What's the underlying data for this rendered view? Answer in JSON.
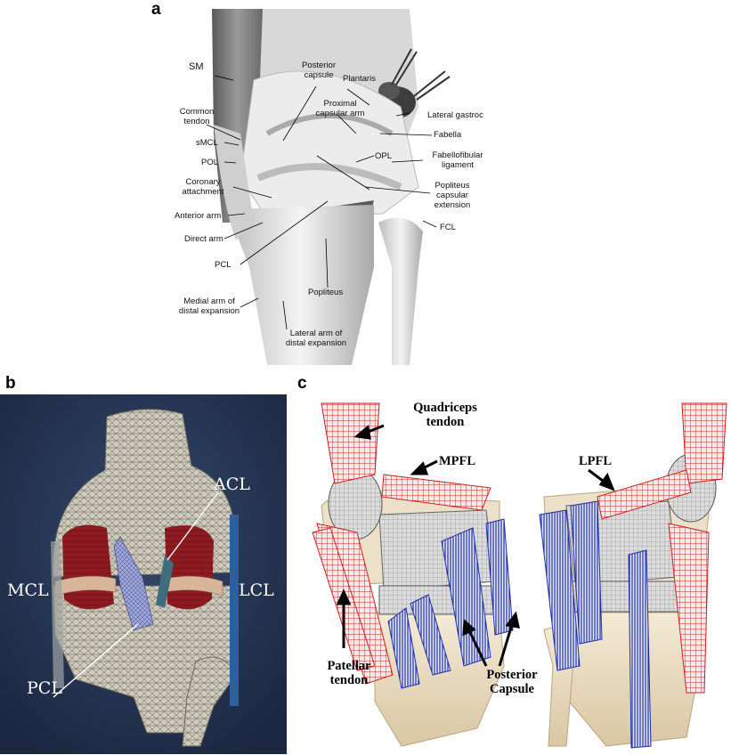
{
  "panels": {
    "a": {
      "letter": "a",
      "labels": {
        "sm": "SM",
        "posterior_capsule_1": "Posterior",
        "posterior_capsule_2": "capsule",
        "plantaris": "Plantaris",
        "common_tendon_1": "Common",
        "common_tendon_2": "tendon",
        "proximal_arm_1": "Proximal",
        "proximal_arm_2": "capsular arm",
        "lateral_gastroc": "Lateral gastroc",
        "smcl": "sMCL",
        "fabella": "Fabella",
        "pol": "POL",
        "opl": "OPL",
        "fabellofibular_1": "Fabellofibular",
        "fabellofibular_2": "ligament",
        "coronary_1": "Coronary",
        "coronary_2": "attachment",
        "popliteus_ext_1": "Popliteus",
        "popliteus_ext_2": "capsular",
        "popliteus_ext_3": "extension",
        "anterior_arm": "Anterior arm",
        "fcl": "FCL",
        "direct_arm": "Direct arm",
        "pcl": "PCL",
        "popliteus": "Popliteus",
        "medial_distal_1": "Medial arm of",
        "medial_distal_2": "distal expansion",
        "lateral_distal_1": "Lateral arm of",
        "lateral_distal_2": "distal expansion"
      }
    },
    "b": {
      "letter": "b",
      "labels": {
        "acl": "ACL",
        "mcl": "MCL",
        "lcl": "LCL",
        "pcl": "PCL"
      },
      "colors": {
        "background": "#243552",
        "bone_mesh": "#cfccbd",
        "meniscus": "#8e1b22",
        "cartilage": "#d8b49a",
        "pcl": "#9fa6d9",
        "lcl": "#2d5f9a"
      }
    },
    "c": {
      "letter": "c",
      "labels": {
        "quadriceps_1": "Quadriceps",
        "quadriceps_2": "tendon",
        "mpfl": "MPFL",
        "lpfl": "LPFL",
        "patellar_1": "Patellar",
        "patellar_2": "tendon",
        "posterior_1": "Posterior",
        "posterior_2": "Capsule"
      },
      "colors": {
        "tendon_red": "#cc1f1f",
        "capsule_blue": "#1f2fa8",
        "bone": "#e9dcc3",
        "implant": "#a8a8a8"
      }
    }
  }
}
